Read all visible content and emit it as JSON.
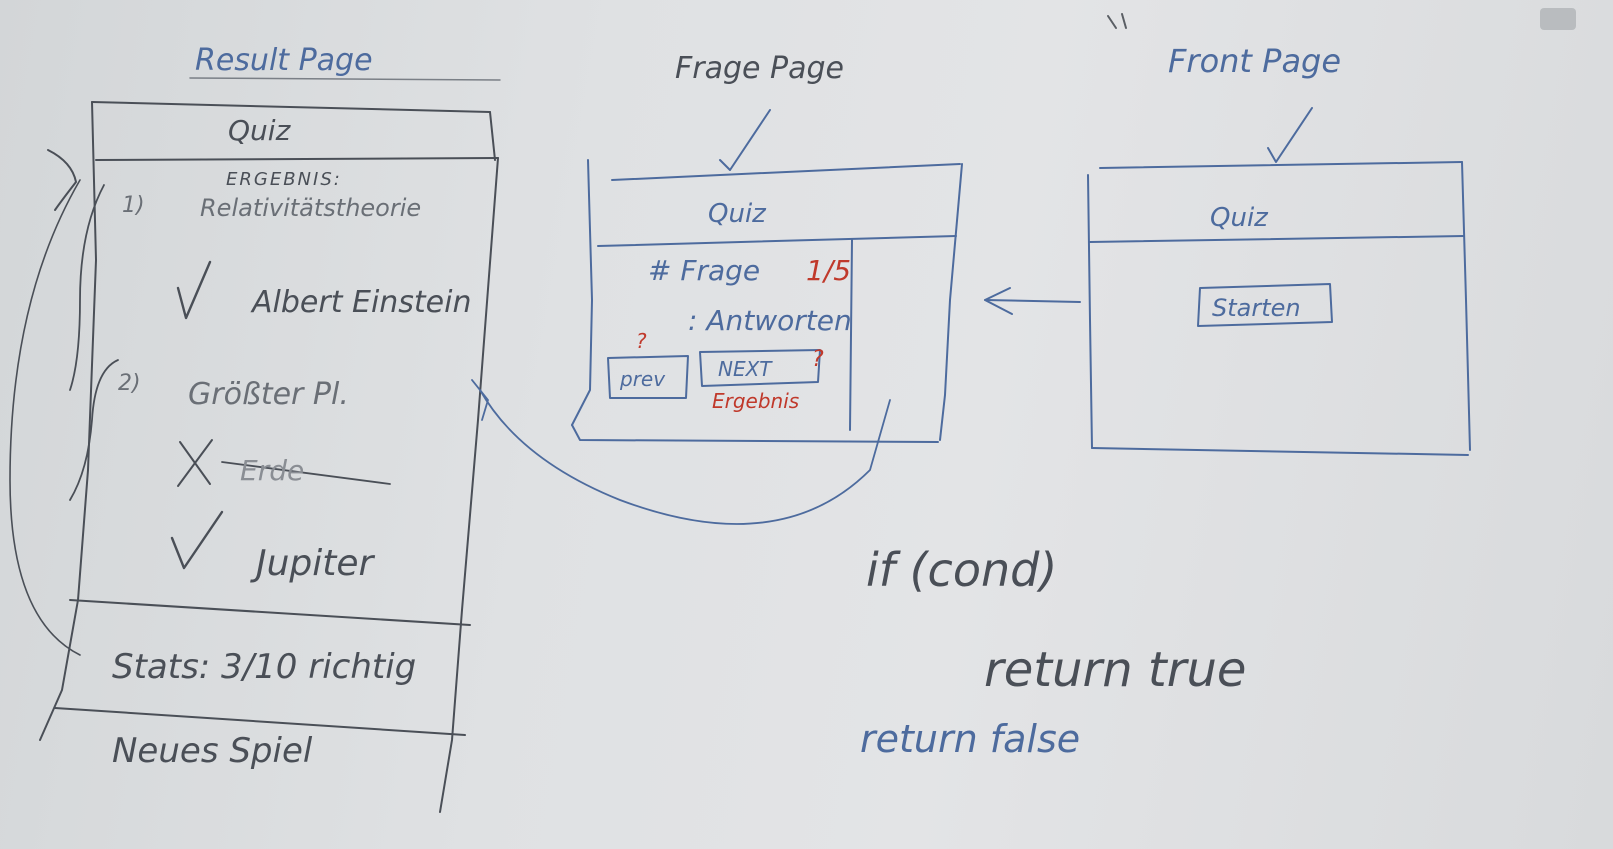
{
  "colors": {
    "blue_ink": "#4d6b9e",
    "gray_ink": "#4a4f57",
    "red_ink": "#c0392b",
    "board": "#dfe1e3"
  },
  "result_page": {
    "title": "Result Page",
    "quiz_header": "Quiz",
    "ergebnis_label": "ERGEBNIS:",
    "q1_number": "1)",
    "q1_text": "Relativitätstheorie",
    "q1_answer": "Albert Einstein",
    "q2_number": "2)",
    "q2_text": "Größter Pl.",
    "q2_wrong": "Erde",
    "q2_answer": "Jupiter",
    "stats": "Stats: 3/10 richtig",
    "new_game": "Neues Spiel"
  },
  "frage_page": {
    "title": "Frage Page",
    "quiz_header": "Quiz",
    "frage_label": "# Frage",
    "frage_count": "1/5",
    "antworten_label": ": Antworten",
    "prev_button": "prev",
    "next_button": "NEXT",
    "question_marks": [
      "?",
      "?"
    ],
    "ergebnis_note": "Ergebnis"
  },
  "front_page": {
    "title": "Front Page",
    "quiz_header": "Quiz",
    "start_button": "Starten"
  },
  "code_note": {
    "line1": "if (cond)",
    "line2": "return true",
    "line3": "return false"
  }
}
